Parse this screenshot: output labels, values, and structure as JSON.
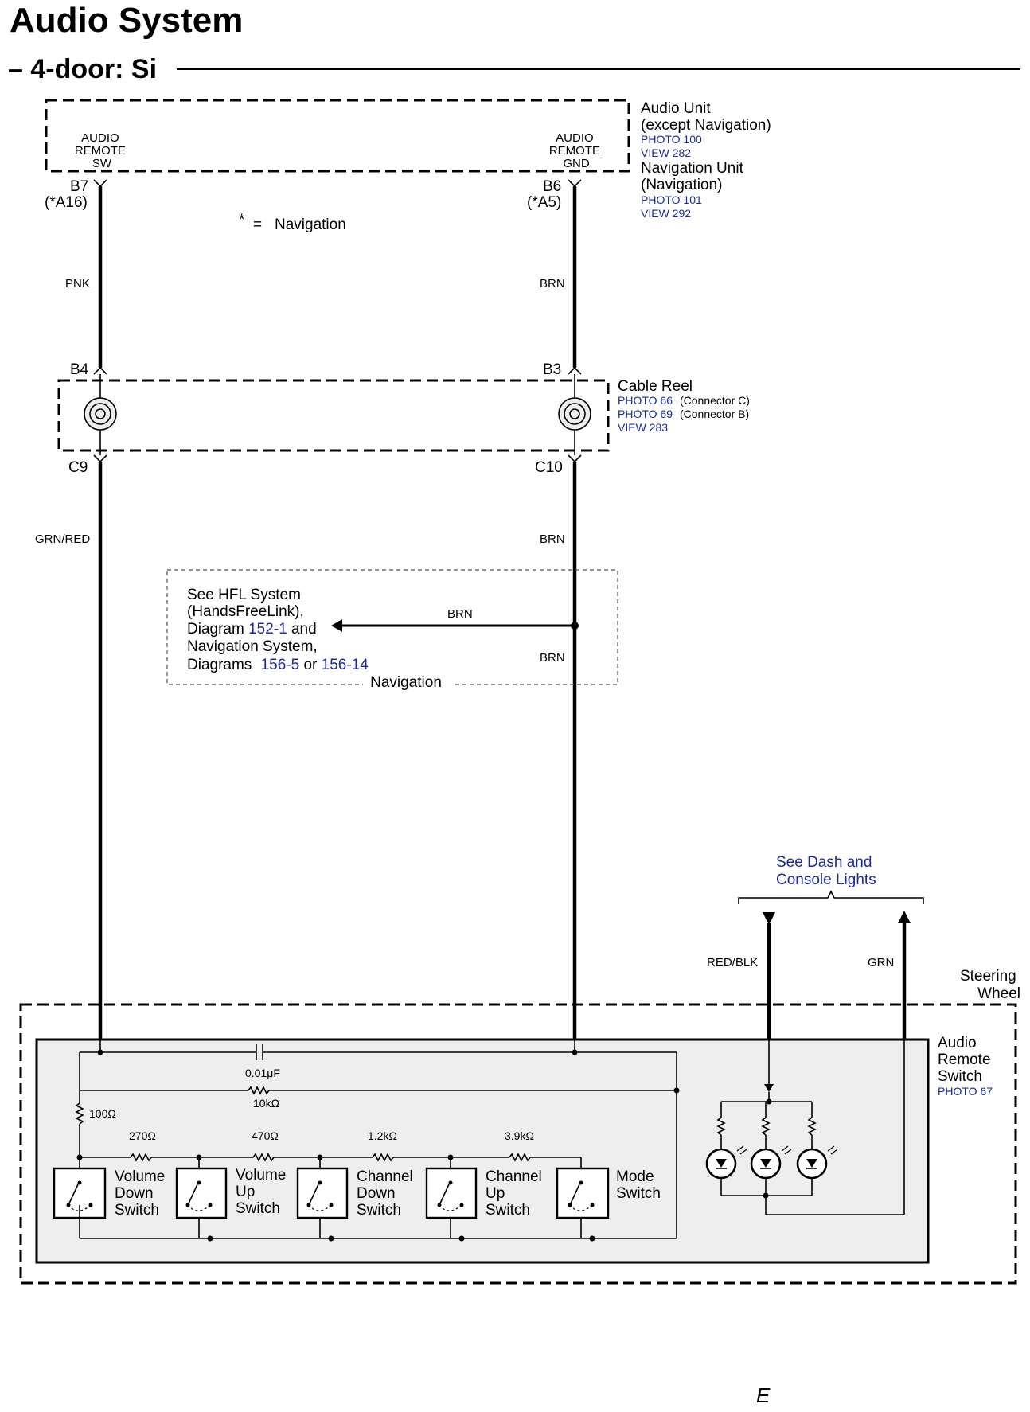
{
  "title": "Audio System",
  "subtitle": "– 4-door: Si",
  "audio_unit": {
    "name_lines": [
      "Audio Unit",
      "(except Navigation)"
    ],
    "photo": "PHOTO 100",
    "view": "VIEW 282",
    "nav_lines": [
      "Navigation Unit",
      "(Navigation)"
    ],
    "nav_photo": "PHOTO 101",
    "nav_view": "VIEW 292",
    "pin_left_lines": [
      "AUDIO",
      "REMOTE",
      "SW"
    ],
    "pin_right_lines": [
      "AUDIO",
      "REMOTE",
      "GND"
    ],
    "term_left": "B7",
    "term_left_alt": "(*A16)",
    "term_right": "B6",
    "term_right_alt": "(*A5)"
  },
  "legend": {
    "star": "*",
    "eq": "=",
    "text": "Navigation"
  },
  "wires": {
    "upper_left": "PNK",
    "upper_right": "BRN",
    "lower_left": "GRN/RED",
    "lower_right": "BRN",
    "branch": "BRN",
    "branch_down": "BRN",
    "lights_left": "RED/BLK",
    "lights_right": "GRN"
  },
  "cable_reel": {
    "name": "Cable Reel",
    "photo1": "PHOTO 66",
    "photo1_note": "(Connector C)",
    "photo2": "PHOTO 69",
    "photo2_note": "(Connector B)",
    "view": "VIEW 283",
    "top_left": "B4",
    "top_right": "B3",
    "bottom_left": "C9",
    "bottom_right": "C10"
  },
  "hfl_note": {
    "line1": "See HFL System",
    "line2": "(HandsFreeLink),",
    "line3a": "Diagram",
    "line3link": "152-1",
    "line3b": "and",
    "line4": "Navigation System,",
    "line5a": "Diagrams",
    "link_a": "156-5",
    "line5or": "or",
    "link_b": "156-14",
    "caption": "Navigation"
  },
  "dash_lights": {
    "lines": [
      "See Dash and",
      "Console Lights"
    ]
  },
  "steering_wheel": {
    "lines": [
      "Steering",
      "Wheel"
    ]
  },
  "remote_switch": {
    "name_lines": [
      "Audio",
      "Remote",
      "Switch"
    ],
    "photo": "PHOTO 67",
    "capacitor": "0.01μF",
    "resistor_top": "10kΩ",
    "resistor_left": "100Ω",
    "resistors": [
      "270Ω",
      "470Ω",
      "1.2kΩ",
      "3.9kΩ"
    ],
    "switches": [
      {
        "lines": [
          "Volume",
          "Down",
          "Switch"
        ]
      },
      {
        "lines": [
          "Volume",
          "Up",
          "Switch"
        ]
      },
      {
        "lines": [
          "Channel",
          "Down",
          "Switch"
        ]
      },
      {
        "lines": [
          "Channel",
          "Up",
          "Switch"
        ]
      },
      {
        "lines": [
          "Mode",
          "Switch"
        ]
      }
    ]
  },
  "page_letter": "E"
}
